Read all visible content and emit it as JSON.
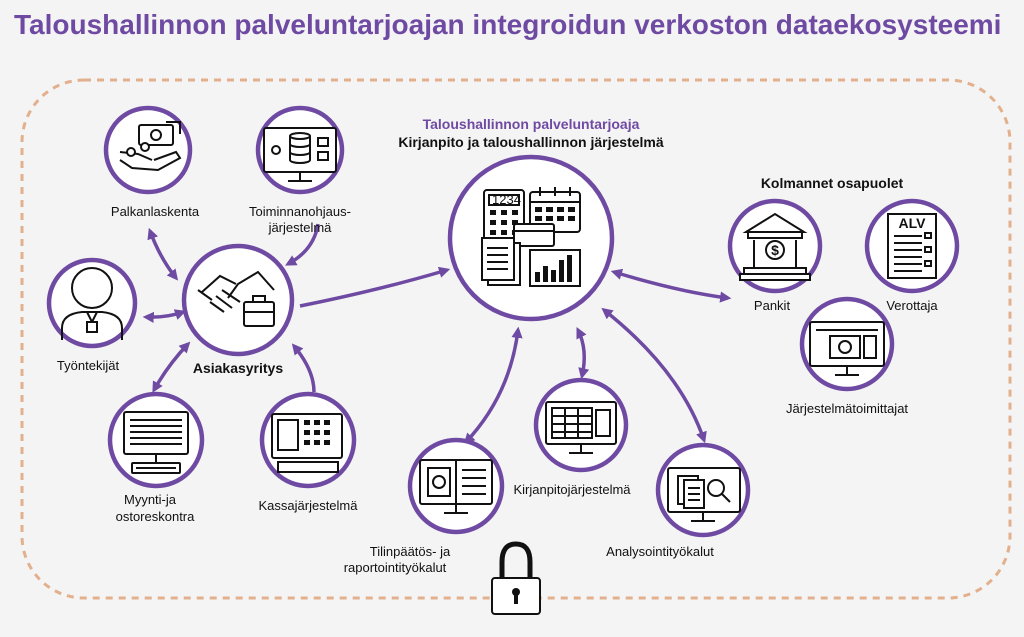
{
  "title": "Taloushallinnon palveluntarjoajan integroidun verkoston dataekosysteemi",
  "center": {
    "heading": "Taloushallinnon palveluntarjoaja",
    "subheading": "Kirjanpito ja taloushallinnon järjestelmä"
  },
  "client": {
    "label": "Asiakasyritys"
  },
  "third_parties": {
    "heading": "Kolmannet osapuolet"
  },
  "nodes": {
    "payroll": "Palkanlaskenta",
    "erp_line1": "Toiminnanohjaus-",
    "erp_line2": "järjestelmä",
    "employees": "Työntekijät",
    "ledger_line1": "Myynti-ja",
    "ledger_line2": "ostoreskontra",
    "pos": "Kassajärjestelmä",
    "reporting_line1": "Tilinpäätös- ja",
    "reporting_line2": "raportointityökalut",
    "accounting": "Kirjanpitojärjestelmä",
    "analysis": "Analysointityökalut",
    "banks": "Pankit",
    "tax": "Verottaja",
    "vendors": "Järjestelmätoimittajat"
  },
  "tax_form_label": "ALV",
  "calculator_display": "1234",
  "colors": {
    "accent": "#6f4aa3",
    "border_dashed": "#e3b08d",
    "background": "#f4f4f4"
  },
  "icons": [
    "money-hand-icon",
    "database-screen-icon",
    "person-badge-icon",
    "handshake-icon",
    "briefcase-icon",
    "ledger-screen-icon",
    "cash-register-icon",
    "calculator-icon",
    "calendar-icon",
    "report-screen-icon",
    "spreadsheet-screen-icon",
    "magnifier-screen-icon",
    "bank-icon",
    "tax-form-icon",
    "vendor-screen-icon",
    "padlock-icon"
  ]
}
